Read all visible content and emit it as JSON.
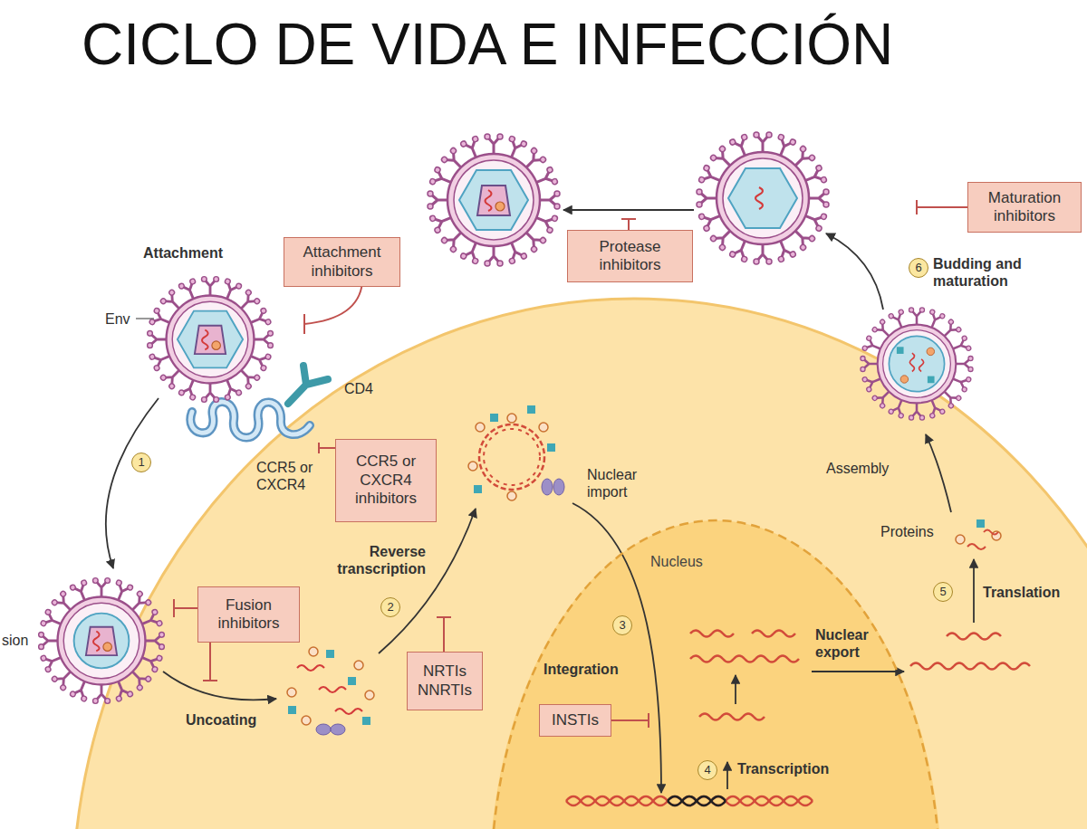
{
  "diagram": {
    "title": "CICLO DE VIDA E INFECCIÓN",
    "nodes": [
      {
        "text": [
          "Maturation inhibitors"
        ]
      },
      {
        "text": [
          "Protease inhibitors"
        ]
      },
      {
        "text": [
          "Attachment inhibitors"
        ]
      },
      {
        "text": [
          "CCR5 or CXCR4 inhibitors"
        ]
      },
      {
        "text": [
          "Nucleus"
        ]
      },
      {
        "text": [
          "Fusion inhibitors"
        ]
      },
      {
        "text": [
          "NRTIs NNRTIs"
        ]
      },
      {
        "text": [
          "INSTIs"
        ],
        "in": 4
      }
    ],
    "labels": [
      "Attachment",
      "Env",
      "CD4",
      "CCR5 or CXCR4",
      "1",
      "sion",
      "Uncoating",
      "Reverse transcription",
      "2",
      "Nuclear import",
      "3",
      "Integration",
      "4",
      "Transcription",
      "Nuclear export",
      "5",
      "Translation",
      "Proteins",
      "Assembly",
      "6",
      "Budding and maturation"
    ]
  }
}
